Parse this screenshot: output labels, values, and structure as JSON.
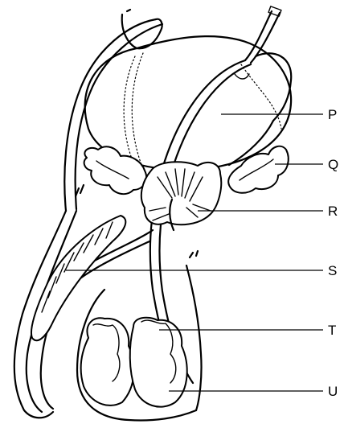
{
  "labels": {
    "p": "P",
    "q": "Q",
    "r": "R",
    "s": "S",
    "t": "T",
    "u": "U"
  }
}
